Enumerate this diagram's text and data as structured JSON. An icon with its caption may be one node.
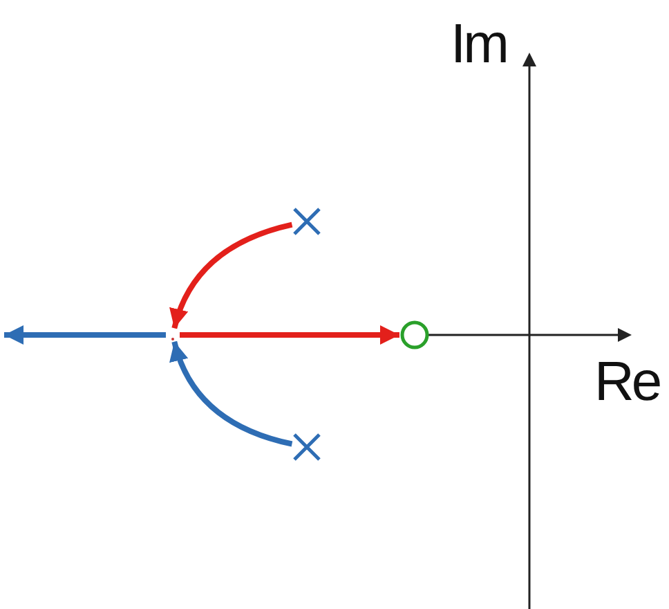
{
  "diagram": {
    "nodes": [
      {
        "text": [],
        "shape": "cross"
      },
      {
        "text": [],
        "shape": "cross"
      },
      {
        "text": [],
        "shape": "circle"
      },
      {
        "text": [],
        "shape": "point"
      }
    ],
    "edges": [
      {
        "from": 0,
        "to": 3,
        "arrow": "to",
        "color": "#e3201b"
      },
      {
        "from": 1,
        "to": 3,
        "arrow": "to",
        "color": "#2e6db4"
      },
      {
        "from": 3,
        "to": 2,
        "arrow": "to",
        "color": "#e3201b"
      },
      {
        "from": 3,
        "to": null,
        "arrow": "to",
        "color": "#2e6db4"
      }
    ],
    "labels": [
      "Im",
      "Re"
    ]
  }
}
